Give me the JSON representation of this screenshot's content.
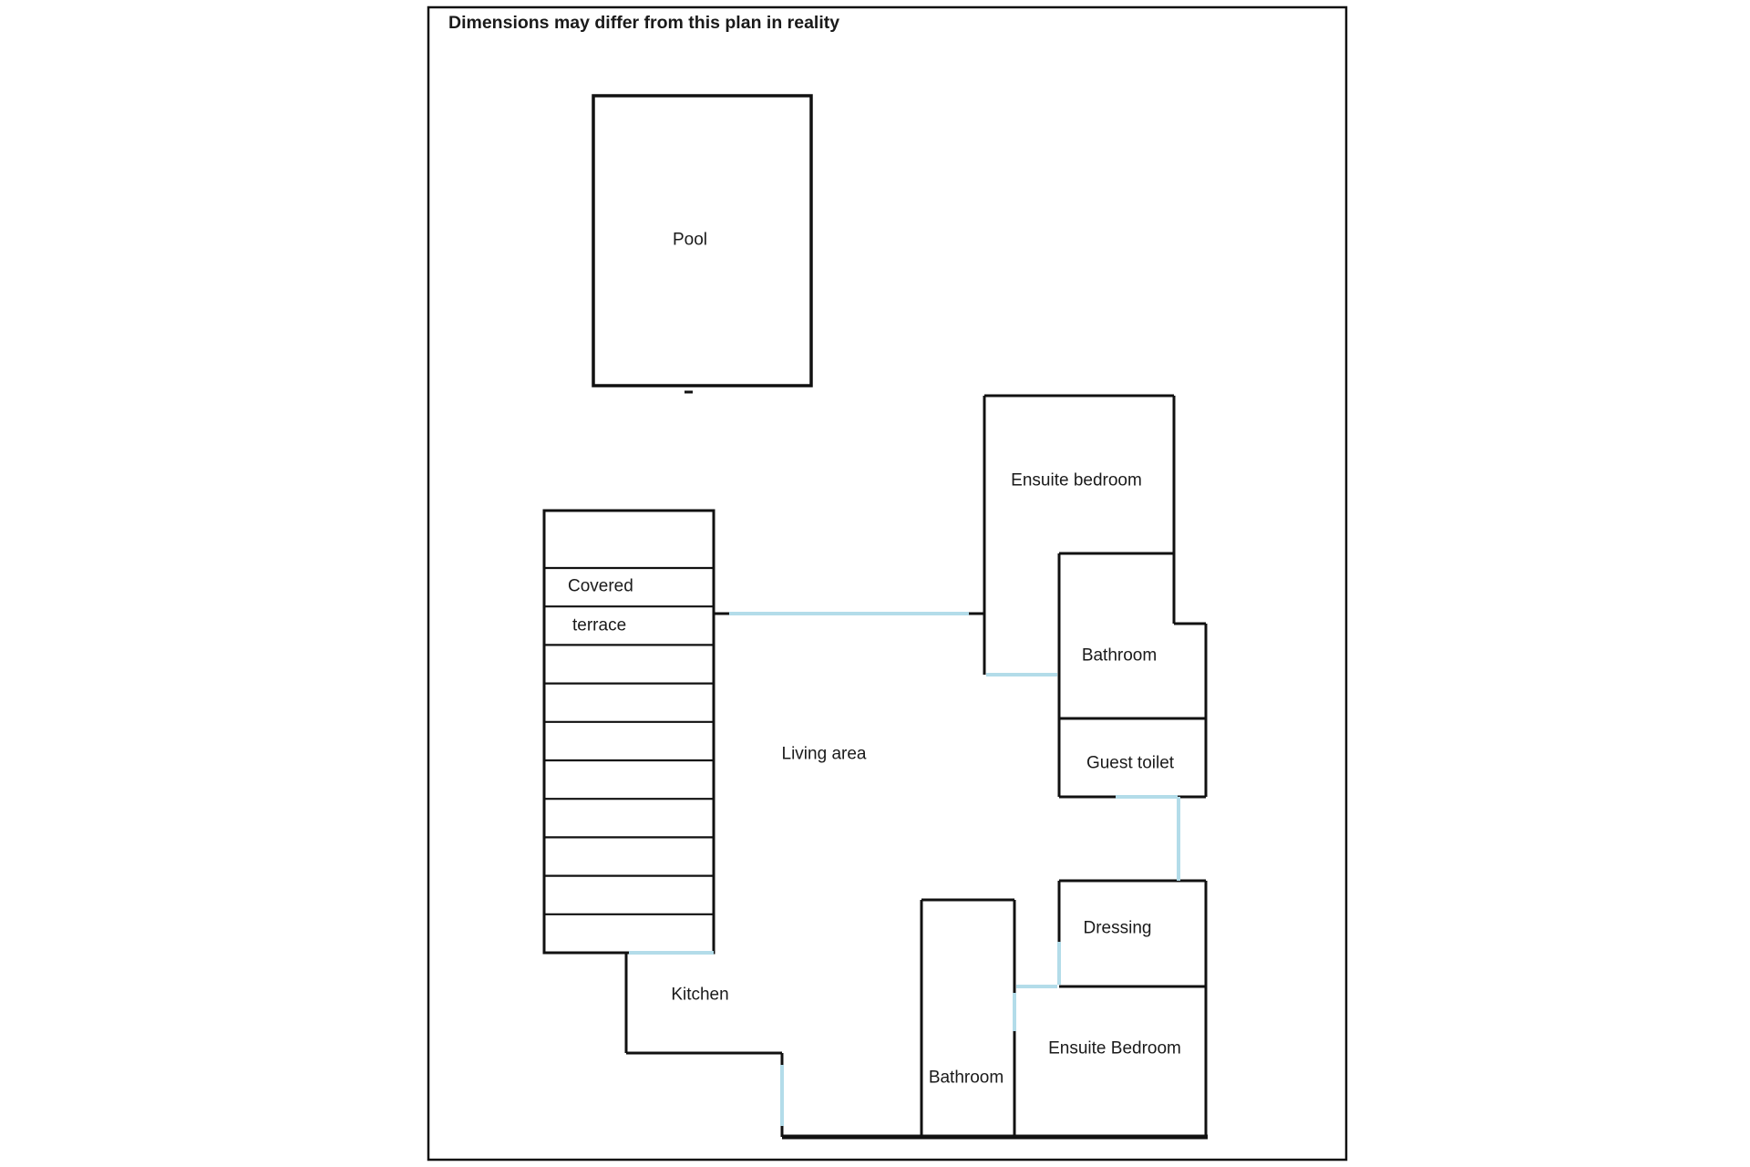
{
  "plan": {
    "disclaimer": "Dimensions may differ from this plan in reality"
  },
  "rooms": {
    "pool": "Pool",
    "ensuite_bedroom_top": "Ensuite bedroom",
    "bathroom_top": "Bathroom",
    "guest_toilet": "Guest toilet",
    "covered_terrace_line1": "Covered",
    "covered_terrace_line2": "terrace",
    "living_area": "Living area",
    "dressing": "Dressing",
    "kitchen": "Kitchen",
    "bathroom_bottom": "Bathroom",
    "ensuite_bedroom_bottom": "Ensuite Bedroom"
  },
  "colors": {
    "wall": "#111111",
    "door": "#b3dce9",
    "text": "#1a1a1a",
    "background": "#ffffff"
  }
}
